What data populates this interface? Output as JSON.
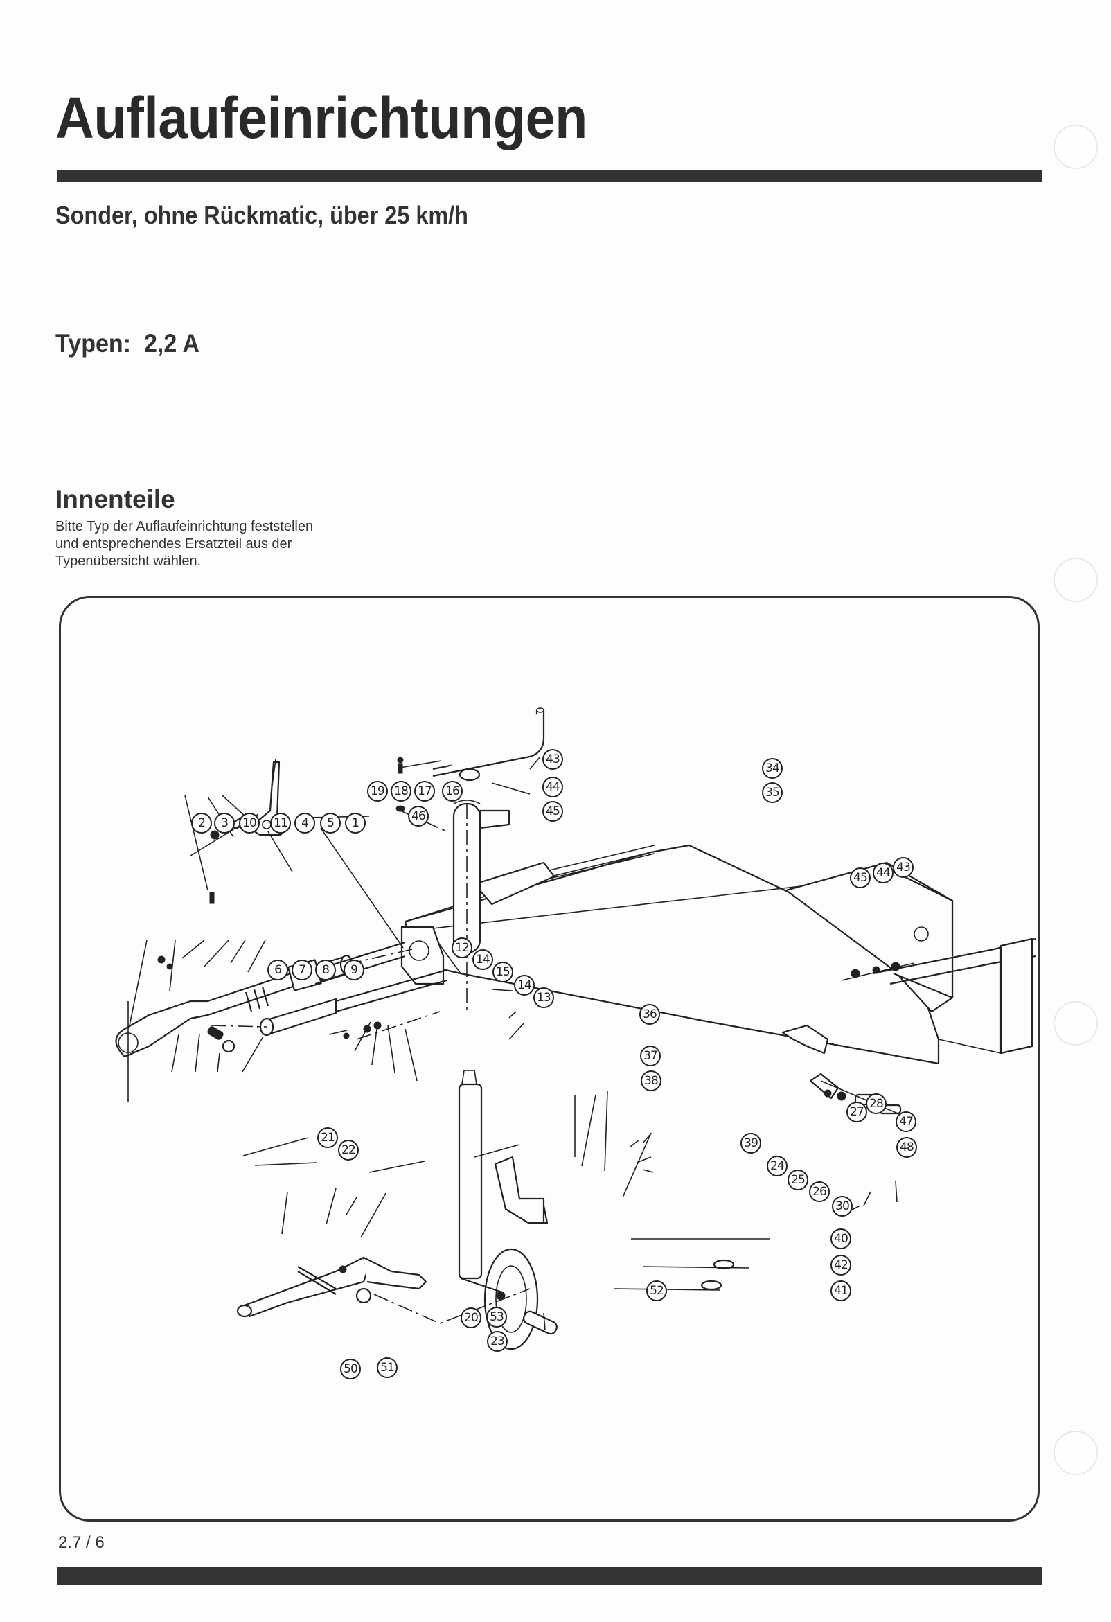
{
  "page": {
    "title": "Auflaufeinrichtungen",
    "subtitle": "Sonder, ohne Rückmatic, über 25 km/h",
    "types_label": "Typen:",
    "types_value": "2,2 A",
    "section": {
      "heading": "Innenteile",
      "description_lines": [
        "Bitte Typ der Auflaufeinrichtung feststellen",
        "und entsprechendes Ersatzteil aus der",
        "Typenübersicht wählen."
      ]
    },
    "page_number": "2.7 / 6"
  },
  "diagram": {
    "name": "exploded-parts-diagram",
    "callouts": [
      {
        "label": "1"
      },
      {
        "label": "2"
      },
      {
        "label": "3"
      },
      {
        "label": "4"
      },
      {
        "label": "5"
      },
      {
        "label": "6"
      },
      {
        "label": "7"
      },
      {
        "label": "8"
      },
      {
        "label": "9"
      },
      {
        "label": "10"
      },
      {
        "label": "11"
      },
      {
        "label": "12"
      },
      {
        "label": "13"
      },
      {
        "label": "14"
      },
      {
        "label": "15"
      },
      {
        "label": "14"
      },
      {
        "label": "16"
      },
      {
        "label": "17"
      },
      {
        "label": "18"
      },
      {
        "label": "19"
      },
      {
        "label": "20"
      },
      {
        "label": "21"
      },
      {
        "label": "22"
      },
      {
        "label": "23"
      },
      {
        "label": "24"
      },
      {
        "label": "25"
      },
      {
        "label": "26"
      },
      {
        "label": "27"
      },
      {
        "label": "28"
      },
      {
        "label": "30"
      },
      {
        "label": "34"
      },
      {
        "label": "35"
      },
      {
        "label": "36"
      },
      {
        "label": "37"
      },
      {
        "label": "38"
      },
      {
        "label": "39"
      },
      {
        "label": "40"
      },
      {
        "label": "41"
      },
      {
        "label": "42"
      },
      {
        "label": "43"
      },
      {
        "label": "44"
      },
      {
        "label": "45"
      },
      {
        "label": "43"
      },
      {
        "label": "44"
      },
      {
        "label": "45"
      },
      {
        "label": "46"
      },
      {
        "label": "47"
      },
      {
        "label": "48"
      },
      {
        "label": "50"
      },
      {
        "label": "51"
      },
      {
        "label": "52"
      },
      {
        "label": "53"
      }
    ]
  }
}
